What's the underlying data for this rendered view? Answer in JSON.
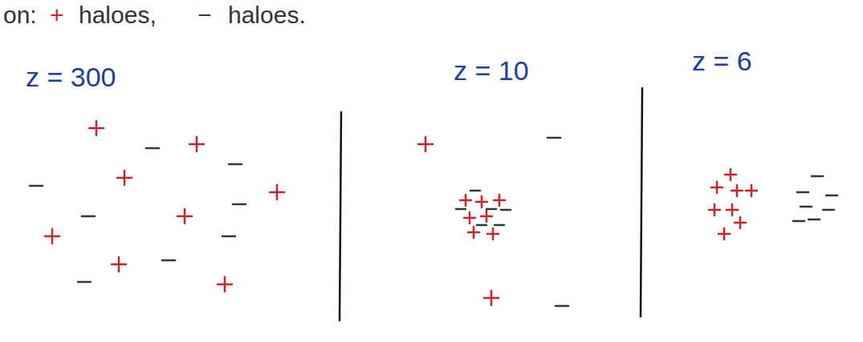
{
  "diagram": {
    "labels": [
      "on:",
      "+",
      "haloes,",
      "−",
      "haloes.",
      "z = 300",
      "z = 10",
      "z = 6"
    ]
  }
}
